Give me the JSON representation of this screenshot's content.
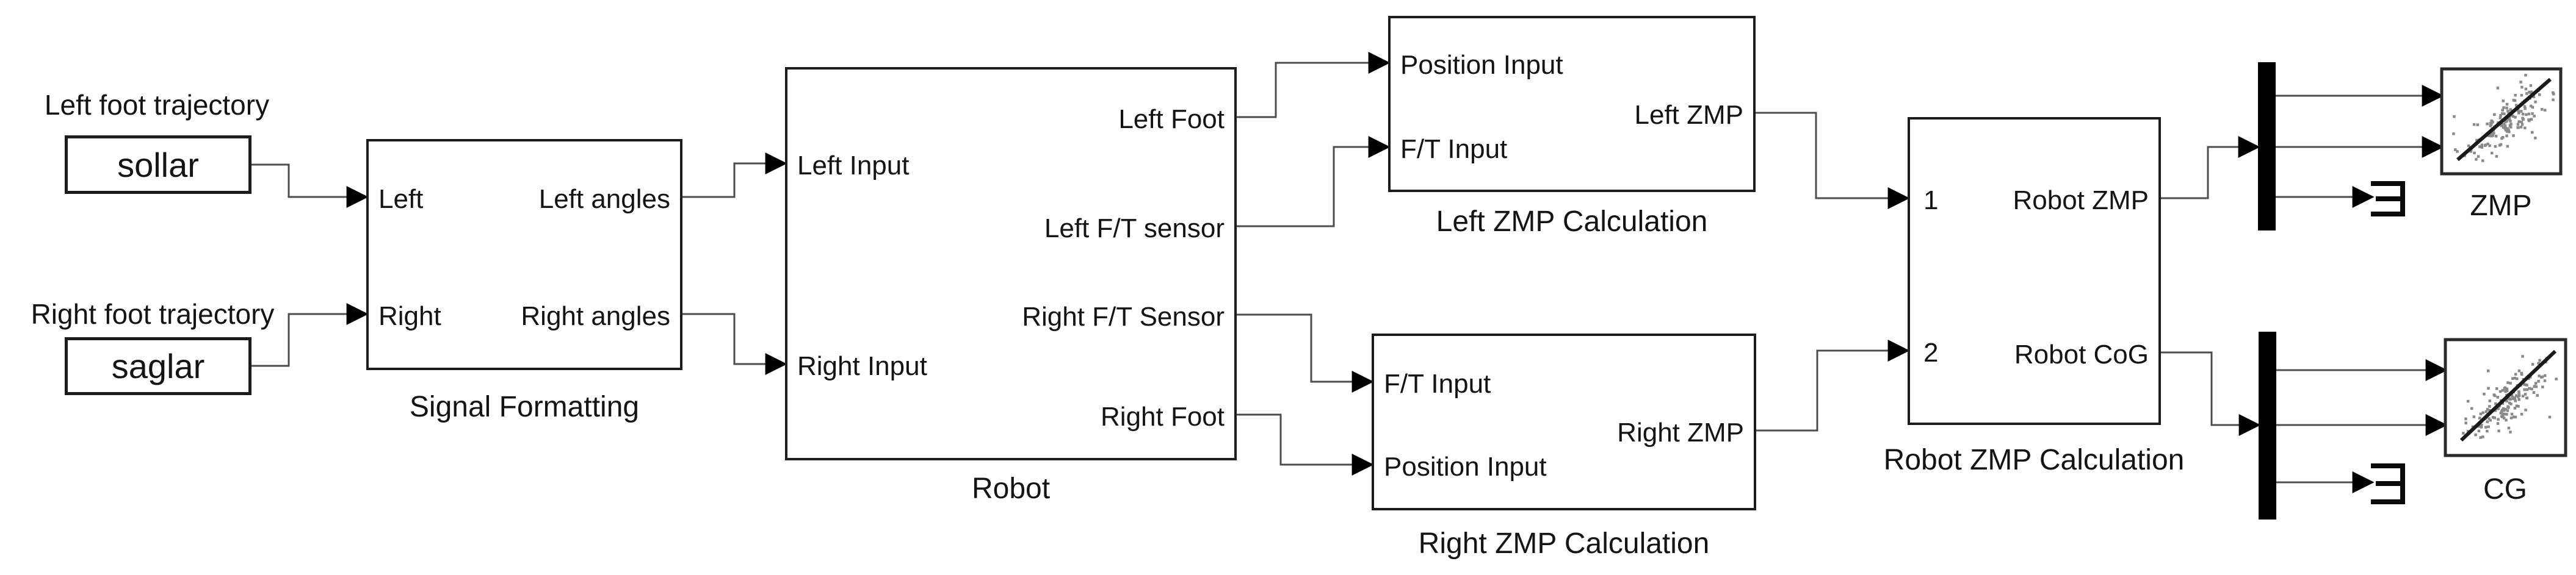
{
  "diagram": {
    "annotations": {
      "left_foot": "Left foot trajectory",
      "right_foot": "Right foot trajectory"
    },
    "blocks": {
      "sollar": {
        "label": "sollar"
      },
      "saglar": {
        "label": "saglar"
      },
      "signal_formatting": {
        "name": "Signal Formatting",
        "inputs": [
          "Left",
          "Right"
        ],
        "outputs": [
          "Left angles",
          "Right angles"
        ]
      },
      "robot": {
        "name": "Robot",
        "inputs": [
          "Left Input",
          "Right Input"
        ],
        "outputs": [
          "Left Foot",
          "Left F/T sensor",
          "Right F/T Sensor",
          "Right Foot"
        ]
      },
      "left_zmp": {
        "name": "Left ZMP Calculation",
        "inputs": [
          "Position Input",
          "F/T Input"
        ],
        "outputs": [
          "Left ZMP"
        ]
      },
      "right_zmp": {
        "name": "Right ZMP Calculation",
        "inputs": [
          "F/T Input",
          "Position Input"
        ],
        "outputs": [
          "Right ZMP"
        ]
      },
      "robot_zmp": {
        "name": "Robot ZMP Calculation",
        "inputs": [
          "1",
          "2"
        ],
        "outputs": [
          "Robot ZMP",
          "Robot CoG"
        ]
      },
      "zmp_scope": {
        "label": "ZMP",
        "type": "xy-graph"
      },
      "cg_scope": {
        "label": "CG",
        "type": "xy-graph"
      }
    },
    "connections": [
      {
        "from": "sollar",
        "to": "Signal Formatting / Left"
      },
      {
        "from": "saglar",
        "to": "Signal Formatting / Right"
      },
      {
        "from": "Signal Formatting / Left angles",
        "to": "Robot / Left Input"
      },
      {
        "from": "Signal Formatting / Right angles",
        "to": "Robot / Right Input"
      },
      {
        "from": "Robot / Left Foot",
        "to": "Left ZMP Calculation / Position Input"
      },
      {
        "from": "Robot / Left F/T sensor",
        "to": "Left ZMP Calculation / F/T Input"
      },
      {
        "from": "Robot / Right F/T Sensor",
        "to": "Right ZMP Calculation / F/T Input"
      },
      {
        "from": "Robot / Right Foot",
        "to": "Right ZMP Calculation / Position Input"
      },
      {
        "from": "Left ZMP Calculation / Left ZMP",
        "to": "Robot ZMP Calculation / 1"
      },
      {
        "from": "Right ZMP Calculation / Right ZMP",
        "to": "Robot ZMP Calculation / 2"
      },
      {
        "from": "Robot ZMP Calculation / Robot ZMP",
        "to": "Demux (ZMP)"
      },
      {
        "from": "Robot ZMP Calculation / Robot CoG",
        "to": "Demux (CG)"
      },
      {
        "from": "Demux (ZMP)",
        "to": "ZMP scope + terminator"
      },
      {
        "from": "Demux (CG)",
        "to": "CG scope + terminator"
      }
    ],
    "colors": {
      "background": "#ffffff",
      "block_border": "#1c1c1c",
      "wire": "#4d4d4d",
      "text": "#141414",
      "demux_fill": "#000000",
      "scatter_dot": "#8a8a8a"
    }
  }
}
